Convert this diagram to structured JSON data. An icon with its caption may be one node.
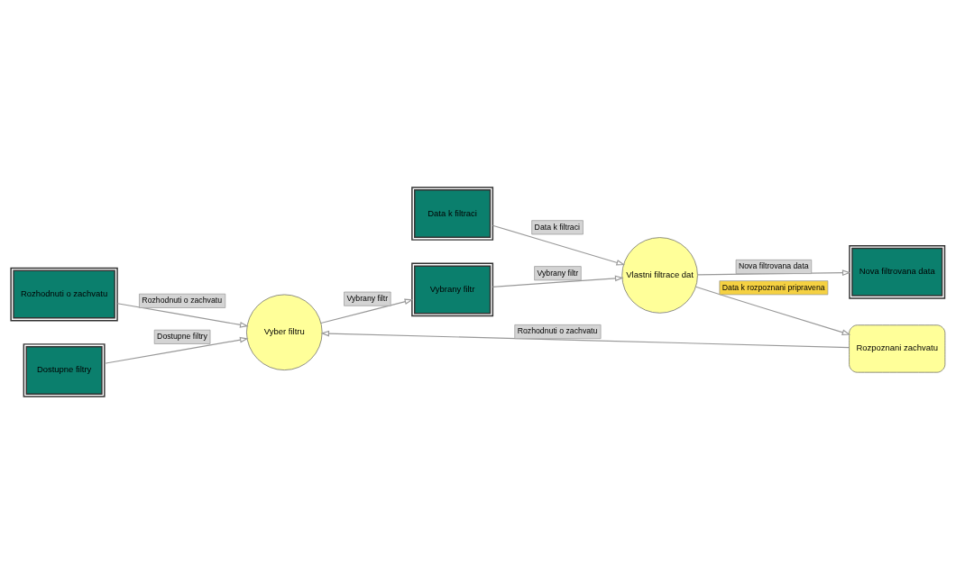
{
  "diagram": {
    "nodes": [
      {
        "text": [
          "Rozhodnuti o zachvatu"
        ]
      },
      {
        "text": [
          "Dostupne filtry"
        ]
      },
      {
        "text": [
          "Vyber filtru"
        ]
      },
      {
        "text": [
          "Vybrany filtr"
        ]
      },
      {
        "text": [
          "Rozpoznani zachvatu"
        ]
      },
      {
        "text": [
          "Data k filtraci"
        ]
      },
      {
        "text": [
          "Vlastni filtrace dat"
        ]
      },
      {
        "text": [
          "Nova filtrovana data"
        ]
      }
    ],
    "edges": [
      {
        "from": 0,
        "to": 2,
        "arrow": "to",
        "label": "Rozhodnuti o zachvatu"
      },
      {
        "from": 1,
        "to": 2,
        "arrow": "to",
        "label": "Dostupne filtry"
      },
      {
        "from": 2,
        "to": 3,
        "arrow": "to",
        "label": "Vybrany filtr"
      },
      {
        "from": 4,
        "to": 2,
        "arrow": "to",
        "label": "Rozhodnuti o zachvatu"
      },
      {
        "from": 3,
        "to": 6,
        "arrow": "to",
        "label": "Vybrany filtr"
      },
      {
        "from": 6,
        "to": 4,
        "arrow": "to",
        "label": "Data k rozpoznani pripravena"
      },
      {
        "from": 5,
        "to": 6,
        "arrow": "to",
        "label": "Data k filtraci"
      },
      {
        "from": 6,
        "to": 7,
        "arrow": "to",
        "label": "Nova filtrovana data"
      }
    ]
  }
}
